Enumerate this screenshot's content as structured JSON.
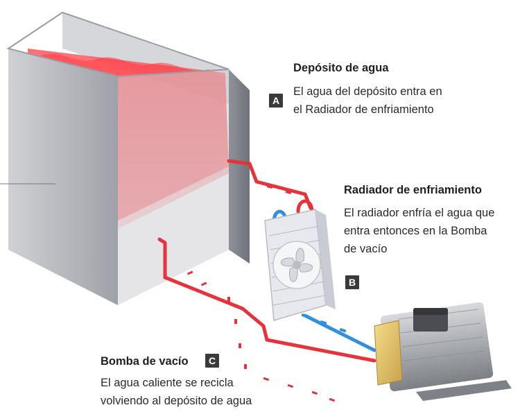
{
  "callouts": [
    {
      "letter": "A",
      "title": "Depósito de agua",
      "lines": [
        "El agua del depósito entra en",
        "el Radiador de enfriamiento"
      ]
    },
    {
      "letter": "B",
      "title": "Radiador de enfriamiento",
      "lines": [
        "El radiador enfría el agua que",
        "entra entonces en la Bomba",
        "de vacío"
      ]
    },
    {
      "letter": "C",
      "title": "Bomba de vacío",
      "lines": [
        "El agua caliente se recicla",
        "volviendo al depósito de agua"
      ]
    }
  ],
  "colors": {
    "hot_water": "#e8323a",
    "cold_water": "#2f8fe0",
    "tank_metal": "#b9bcc2",
    "badge": "#3a3a3a",
    "pump_cap": "#e8c96a"
  },
  "icons": [
    "fan-icon"
  ]
}
